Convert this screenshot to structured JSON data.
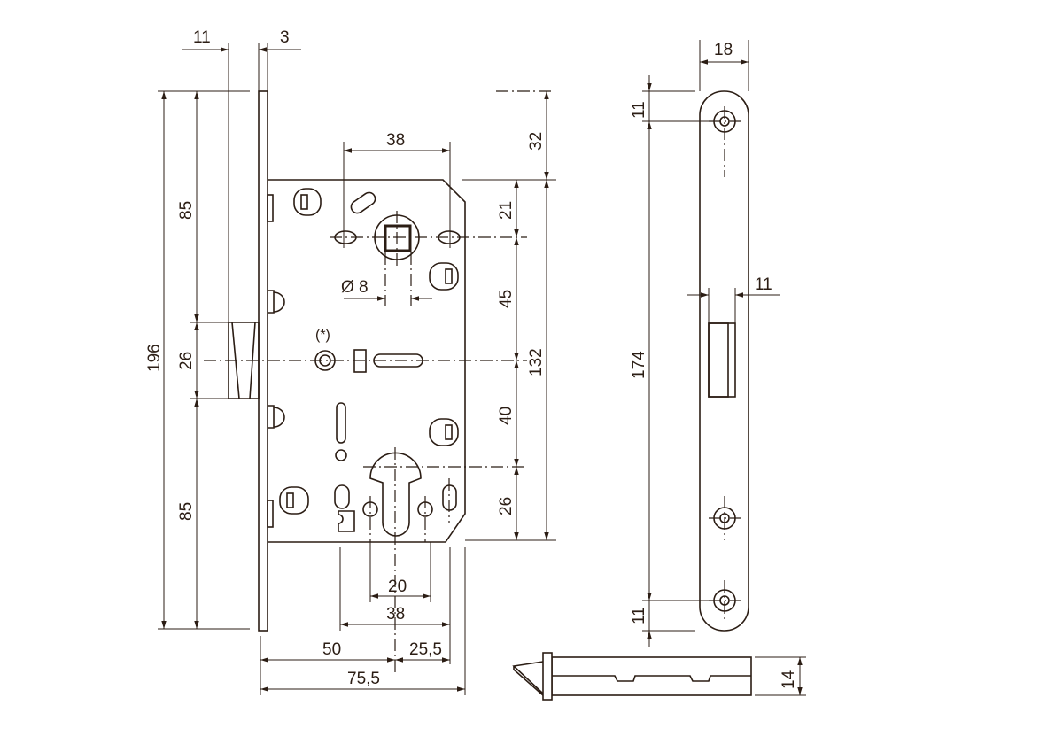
{
  "drawing": {
    "front_view": {
      "faceplate_width": "11",
      "faceplate_thickness": "3",
      "total_height": "196",
      "upper_segment": "85",
      "latch_height": "26",
      "lower_segment": "85",
      "spindle_offset": "38",
      "spindle_square": "Ø 8",
      "note_mark": "(*)",
      "dim_top": "32",
      "dim_21": "21",
      "dim_45": "45",
      "dim_40": "40",
      "dim_26": "26",
      "dim_132": "132",
      "dim_20": "20",
      "dim_38_bottom": "38",
      "backset": "50",
      "dim_25_5": "25,5",
      "depth": "75,5"
    },
    "strike_plate": {
      "width": "18",
      "top_margin": "11",
      "hole_spacing": "174",
      "bottom_margin": "11",
      "opening_width": "11"
    },
    "bolt_view": {
      "thickness": "14"
    },
    "color": "#2b1d14"
  }
}
